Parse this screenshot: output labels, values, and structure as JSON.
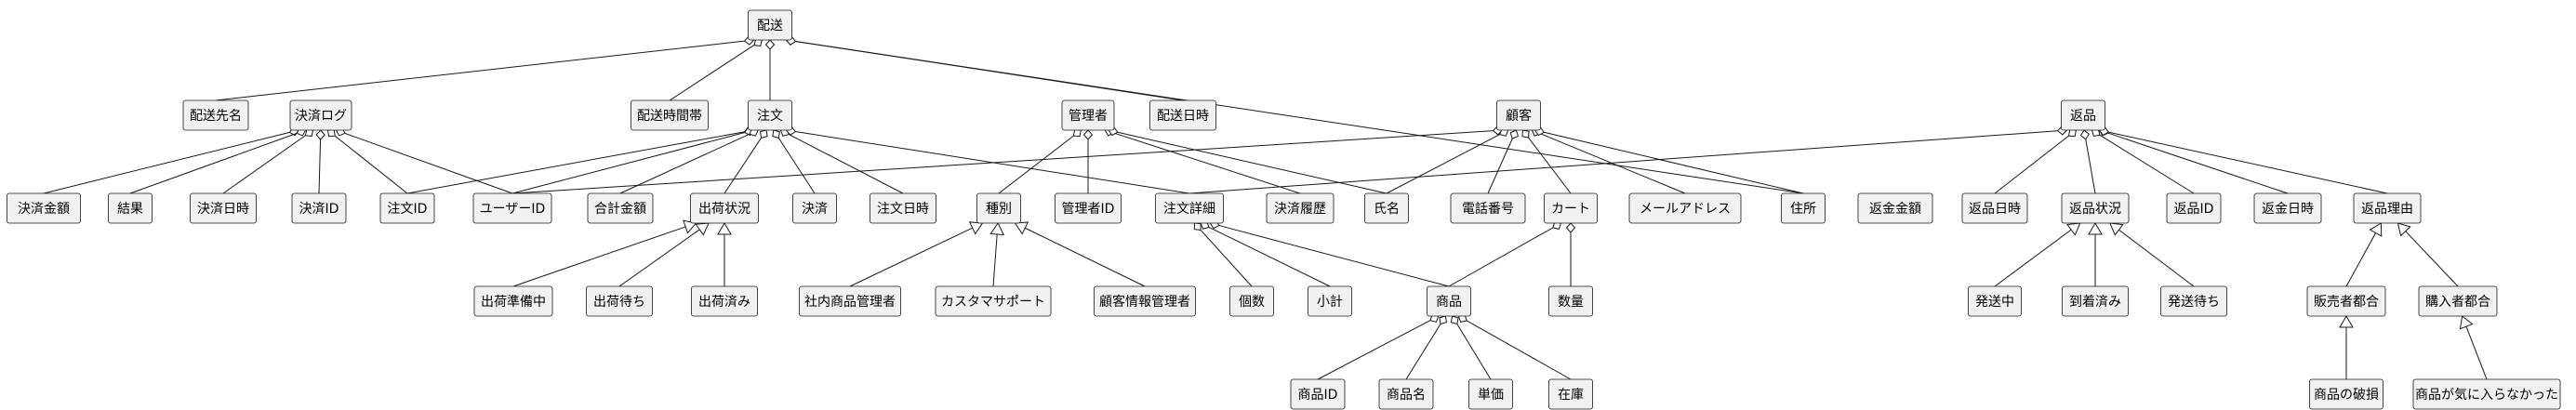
{
  "diagram": {
    "nodes": [
      {
        "id": "haiso",
        "label": "配送"
      },
      {
        "id": "haisosakimei",
        "label": "配送先名"
      },
      {
        "id": "kessailog",
        "label": "決済ログ"
      },
      {
        "id": "haisojikantai",
        "label": "配送時間帯"
      },
      {
        "id": "chumon",
        "label": "注文"
      },
      {
        "id": "kanrisha",
        "label": "管理者"
      },
      {
        "id": "haisonichiji",
        "label": "配送日時"
      },
      {
        "id": "kokyaku",
        "label": "顧客"
      },
      {
        "id": "henpin",
        "label": "返品"
      },
      {
        "id": "kessaikingaku",
        "label": "決済金額"
      },
      {
        "id": "kekka",
        "label": "結果"
      },
      {
        "id": "kessainichiji",
        "label": "決済日時"
      },
      {
        "id": "kessaiid",
        "label": "決済ID"
      },
      {
        "id": "chumonid",
        "label": "注文ID"
      },
      {
        "id": "userid",
        "label": "ユーザーID"
      },
      {
        "id": "gokeikingaku",
        "label": "合計金額"
      },
      {
        "id": "shukkajokyo",
        "label": "出荷状況"
      },
      {
        "id": "kessai",
        "label": "決済"
      },
      {
        "id": "chumonnichiji",
        "label": "注文日時"
      },
      {
        "id": "shubetsu",
        "label": "種別"
      },
      {
        "id": "kanrishaid",
        "label": "管理者ID"
      },
      {
        "id": "chumonshosai",
        "label": "注文詳細"
      },
      {
        "id": "kessairireki",
        "label": "決済履歴"
      },
      {
        "id": "shimei",
        "label": "氏名"
      },
      {
        "id": "denwabango",
        "label": "電話番号"
      },
      {
        "id": "cart",
        "label": "カート"
      },
      {
        "id": "mailaddress",
        "label": "メールアドレス"
      },
      {
        "id": "jusho",
        "label": "住所"
      },
      {
        "id": "henkinkingaku",
        "label": "返金金額"
      },
      {
        "id": "henpinnichiji",
        "label": "返品日時"
      },
      {
        "id": "henpinjokyo",
        "label": "返品状況"
      },
      {
        "id": "henpinid",
        "label": "返品ID"
      },
      {
        "id": "henkinnichiji",
        "label": "返金日時"
      },
      {
        "id": "henpinriyu",
        "label": "返品理由"
      },
      {
        "id": "shukkajunbichu",
        "label": "出荷準備中"
      },
      {
        "id": "shukkamachi",
        "label": "出荷待ち"
      },
      {
        "id": "shukkazumi",
        "label": "出荷済み"
      },
      {
        "id": "shanaishohinkanrisha",
        "label": "社内商品管理者"
      },
      {
        "id": "customersupport",
        "label": "カスタマサポート"
      },
      {
        "id": "kokyakujohokanrisha",
        "label": "顧客情報管理者"
      },
      {
        "id": "kosu",
        "label": "個数"
      },
      {
        "id": "shokei",
        "label": "小計"
      },
      {
        "id": "shohin",
        "label": "商品"
      },
      {
        "id": "suryo",
        "label": "数量"
      },
      {
        "id": "hassochu",
        "label": "発送中"
      },
      {
        "id": "tochakuzumi",
        "label": "到着済み"
      },
      {
        "id": "hassomachi",
        "label": "発送待ち"
      },
      {
        "id": "hanbaishatsugo",
        "label": "販売者都合"
      },
      {
        "id": "konyushatsugo",
        "label": "購入者都合"
      },
      {
        "id": "shohinid",
        "label": "商品ID"
      },
      {
        "id": "shohinmei",
        "label": "商品名"
      },
      {
        "id": "tanka",
        "label": "単価"
      },
      {
        "id": "zaiko",
        "label": "在庫"
      },
      {
        "id": "shohinnohason",
        "label": "商品の破損"
      },
      {
        "id": "kininiranakatta",
        "label": "商品が気に入らなかった"
      }
    ],
    "edges": [
      {
        "from": "haiso",
        "to": "haisosakimei",
        "type": "aggregation"
      },
      {
        "from": "haiso",
        "to": "haisojikantai",
        "type": "aggregation"
      },
      {
        "from": "haiso",
        "to": "chumon",
        "type": "aggregation"
      },
      {
        "from": "haiso",
        "to": "haisonichiji",
        "type": "aggregation"
      },
      {
        "from": "haiso",
        "to": "jusho",
        "type": "aggregation"
      },
      {
        "from": "kessailog",
        "to": "kessaikingaku",
        "type": "aggregation"
      },
      {
        "from": "kessailog",
        "to": "kekka",
        "type": "aggregation"
      },
      {
        "from": "kessailog",
        "to": "kessainichiji",
        "type": "aggregation"
      },
      {
        "from": "kessailog",
        "to": "kessaiid",
        "type": "aggregation"
      },
      {
        "from": "kessailog",
        "to": "chumonid",
        "type": "aggregation"
      },
      {
        "from": "kessailog",
        "to": "userid",
        "type": "aggregation"
      },
      {
        "from": "chumon",
        "to": "chumonid",
        "type": "aggregation"
      },
      {
        "from": "chumon",
        "to": "userid",
        "type": "aggregation"
      },
      {
        "from": "chumon",
        "to": "gokeikingaku",
        "type": "aggregation"
      },
      {
        "from": "chumon",
        "to": "shukkajokyo",
        "type": "aggregation"
      },
      {
        "from": "chumon",
        "to": "kessai",
        "type": "aggregation"
      },
      {
        "from": "chumon",
        "to": "chumonnichiji",
        "type": "aggregation"
      },
      {
        "from": "chumon",
        "to": "chumonshosai",
        "type": "aggregation"
      },
      {
        "from": "kanrisha",
        "to": "shubetsu",
        "type": "aggregation"
      },
      {
        "from": "kanrisha",
        "to": "kanrishaid",
        "type": "aggregation"
      },
      {
        "from": "kanrisha",
        "to": "kessairireki",
        "type": "aggregation"
      },
      {
        "from": "kanrisha",
        "to": "shimei",
        "type": "aggregation"
      },
      {
        "from": "kokyaku",
        "to": "userid",
        "type": "aggregation"
      },
      {
        "from": "kokyaku",
        "to": "shimei",
        "type": "aggregation"
      },
      {
        "from": "kokyaku",
        "to": "denwabango",
        "type": "aggregation"
      },
      {
        "from": "kokyaku",
        "to": "cart",
        "type": "aggregation"
      },
      {
        "from": "kokyaku",
        "to": "mailaddress",
        "type": "aggregation"
      },
      {
        "from": "kokyaku",
        "to": "jusho",
        "type": "aggregation"
      },
      {
        "from": "henpin",
        "to": "chumonshosai",
        "type": "aggregation"
      },
      {
        "from": "henpin",
        "to": "henpinnichiji",
        "type": "aggregation"
      },
      {
        "from": "henpin",
        "to": "henpinjokyo",
        "type": "aggregation"
      },
      {
        "from": "henpin",
        "to": "henpinid",
        "type": "aggregation"
      },
      {
        "from": "henpin",
        "to": "henkinnichiji",
        "type": "aggregation"
      },
      {
        "from": "henpin",
        "to": "henpinriyu",
        "type": "aggregation"
      },
      {
        "from": "chumonshosai",
        "to": "kosu",
        "type": "aggregation"
      },
      {
        "from": "chumonshosai",
        "to": "shokei",
        "type": "aggregation"
      },
      {
        "from": "chumonshosai",
        "to": "shohin",
        "type": "aggregation"
      },
      {
        "from": "cart",
        "to": "shohin",
        "type": "aggregation"
      },
      {
        "from": "cart",
        "to": "suryo",
        "type": "aggregation"
      },
      {
        "from": "shohin",
        "to": "shohinid",
        "type": "aggregation"
      },
      {
        "from": "shohin",
        "to": "shohinmei",
        "type": "aggregation"
      },
      {
        "from": "shohin",
        "to": "tanka",
        "type": "aggregation"
      },
      {
        "from": "shohin",
        "to": "zaiko",
        "type": "aggregation"
      },
      {
        "from": "shukkajunbichu",
        "to": "shukkajokyo",
        "type": "generalization"
      },
      {
        "from": "shukkamachi",
        "to": "shukkajokyo",
        "type": "generalization"
      },
      {
        "from": "shukkazumi",
        "to": "shukkajokyo",
        "type": "generalization"
      },
      {
        "from": "shanaishohinkanrisha",
        "to": "shubetsu",
        "type": "generalization"
      },
      {
        "from": "customersupport",
        "to": "shubetsu",
        "type": "generalization"
      },
      {
        "from": "kokyakujohokanrisha",
        "to": "shubetsu",
        "type": "generalization"
      },
      {
        "from": "hassochu",
        "to": "henpinjokyo",
        "type": "generalization"
      },
      {
        "from": "tochakuzumi",
        "to": "henpinjokyo",
        "type": "generalization"
      },
      {
        "from": "hassomachi",
        "to": "henpinjokyo",
        "type": "generalization"
      },
      {
        "from": "hanbaishatsugo",
        "to": "henpinriyu",
        "type": "generalization"
      },
      {
        "from": "konyushatsugo",
        "to": "henpinriyu",
        "type": "generalization"
      },
      {
        "from": "shohinnohason",
        "to": "hanbaishatsugo",
        "type": "generalization"
      },
      {
        "from": "kininiranakatta",
        "to": "konyushatsugo",
        "type": "generalization"
      }
    ]
  }
}
